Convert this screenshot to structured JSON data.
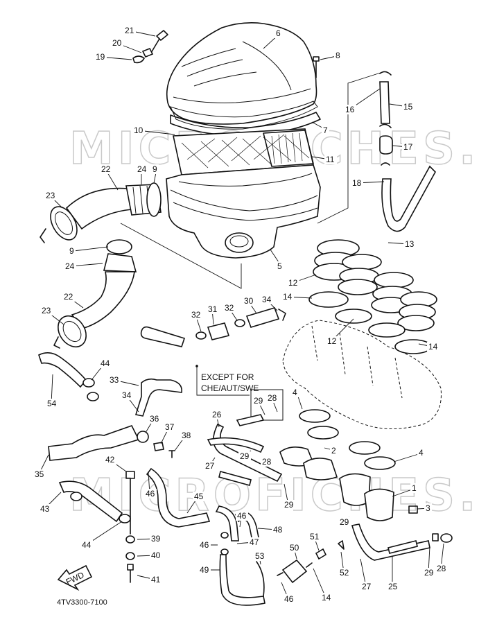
{
  "drawing_number": "4TV3300-7100",
  "note_text": "EXCEPT FOR\nCHE/AUT/SWE",
  "fwd_label": "FWD",
  "watermark": "MICROFICHES.NET",
  "callouts": [
    "21",
    "20",
    "19",
    "6",
    "8",
    "10",
    "7",
    "11",
    "16",
    "15",
    "17",
    "18",
    "22",
    "24",
    "9",
    "23",
    "9",
    "24",
    "22",
    "23",
    "5",
    "13",
    "12",
    "14",
    "32",
    "31",
    "32",
    "30",
    "34",
    "44",
    "54",
    "33",
    "34",
    "36",
    "37",
    "38",
    "35",
    "42",
    "43",
    "44",
    "46",
    "45",
    "39",
    "40",
    "41",
    "29",
    "28",
    "4",
    "26",
    "27",
    "29",
    "28",
    "29",
    "2",
    "4",
    "1",
    "29",
    "3",
    "46",
    "48",
    "47",
    "46",
    "49",
    "53",
    "50",
    "51",
    "52",
    "27",
    "25",
    "29",
    "28",
    "46",
    "14",
    "12",
    "14"
  ]
}
